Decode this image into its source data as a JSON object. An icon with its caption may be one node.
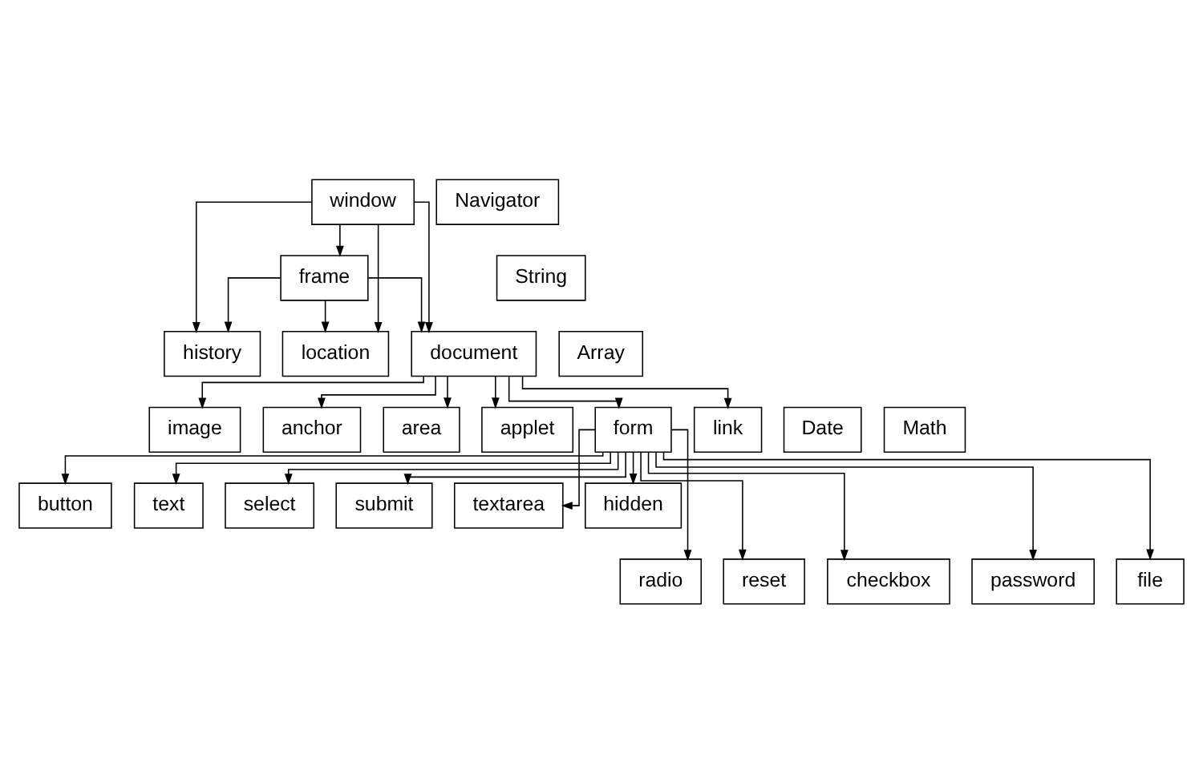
{
  "diagram": {
    "nodes": [
      {
        "text": [
          "window"
        ]
      },
      {
        "text": [
          "frame"
        ]
      },
      {
        "text": [
          "Navigator"
        ]
      },
      {
        "text": [
          "String"
        ]
      },
      {
        "text": [
          "Array"
        ]
      },
      {
        "text": [
          "Date"
        ]
      },
      {
        "text": [
          "Math"
        ]
      },
      {
        "text": [
          "history"
        ]
      },
      {
        "text": [
          "location"
        ]
      },
      {
        "text": [
          "document"
        ]
      },
      {
        "text": [
          "image"
        ]
      },
      {
        "text": [
          "anchor"
        ]
      },
      {
        "text": [
          "area"
        ]
      },
      {
        "text": [
          "applet"
        ]
      },
      {
        "text": [
          "form"
        ]
      },
      {
        "text": [
          "link"
        ]
      },
      {
        "text": [
          "button"
        ]
      },
      {
        "text": [
          "text"
        ]
      },
      {
        "text": [
          "select"
        ]
      },
      {
        "text": [
          "submit"
        ]
      },
      {
        "text": [
          "textarea"
        ]
      },
      {
        "text": [
          "hidden"
        ]
      },
      {
        "text": [
          "radio"
        ]
      },
      {
        "text": [
          "reset"
        ]
      },
      {
        "text": [
          "checkbox"
        ]
      },
      {
        "text": [
          "password"
        ]
      },
      {
        "text": [
          "file"
        ]
      }
    ],
    "edges": [
      {
        "from": 0,
        "to": 1,
        "arrow": "to"
      },
      {
        "from": 0,
        "to": 7,
        "arrow": "to"
      },
      {
        "from": 0,
        "to": 8,
        "arrow": "to"
      },
      {
        "from": 0,
        "to": 9,
        "arrow": "to"
      },
      {
        "from": 1,
        "to": 7,
        "arrow": "to"
      },
      {
        "from": 1,
        "to": 8,
        "arrow": "to"
      },
      {
        "from": 1,
        "to": 9,
        "arrow": "to"
      },
      {
        "from": 9,
        "to": 10,
        "arrow": "to"
      },
      {
        "from": 9,
        "to": 13,
        "arrow": "to"
      },
      {
        "from": 9,
        "to": 11,
        "arrow": "to"
      },
      {
        "from": 9,
        "to": 14,
        "arrow": "to"
      },
      {
        "from": 9,
        "to": 12,
        "arrow": "to"
      },
      {
        "from": 9,
        "to": 15,
        "arrow": "to"
      },
      {
        "from": 14,
        "to": 16,
        "arrow": "to"
      },
      {
        "from": 14,
        "to": 22,
        "arrow": "to"
      },
      {
        "from": 14,
        "to": 17,
        "arrow": "to"
      },
      {
        "from": 14,
        "to": 23,
        "arrow": "to"
      },
      {
        "from": 14,
        "to": 18,
        "arrow": "to"
      },
      {
        "from": 14,
        "to": 24,
        "arrow": "to"
      },
      {
        "from": 14,
        "to": 19,
        "arrow": "to"
      },
      {
        "from": 14,
        "to": 25,
        "arrow": "to"
      },
      {
        "from": 14,
        "to": 20,
        "arrow": "to"
      },
      {
        "from": 14,
        "to": 26,
        "arrow": "to"
      },
      {
        "from": 14,
        "to": 21,
        "arrow": "to"
      }
    ]
  }
}
